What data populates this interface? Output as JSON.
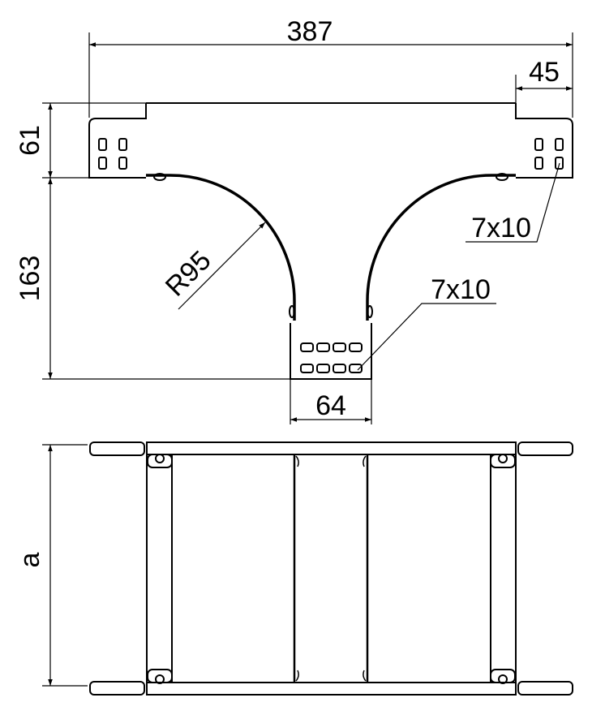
{
  "drawing": {
    "top_view": {
      "overall_width": "387",
      "side_width": "45",
      "side_height": "61",
      "depth": "163",
      "radius": "R95",
      "outlet_width": "64",
      "slot_side": "7x10",
      "slot_center": "7x10"
    },
    "front_view": {
      "variable_height": "a"
    }
  }
}
